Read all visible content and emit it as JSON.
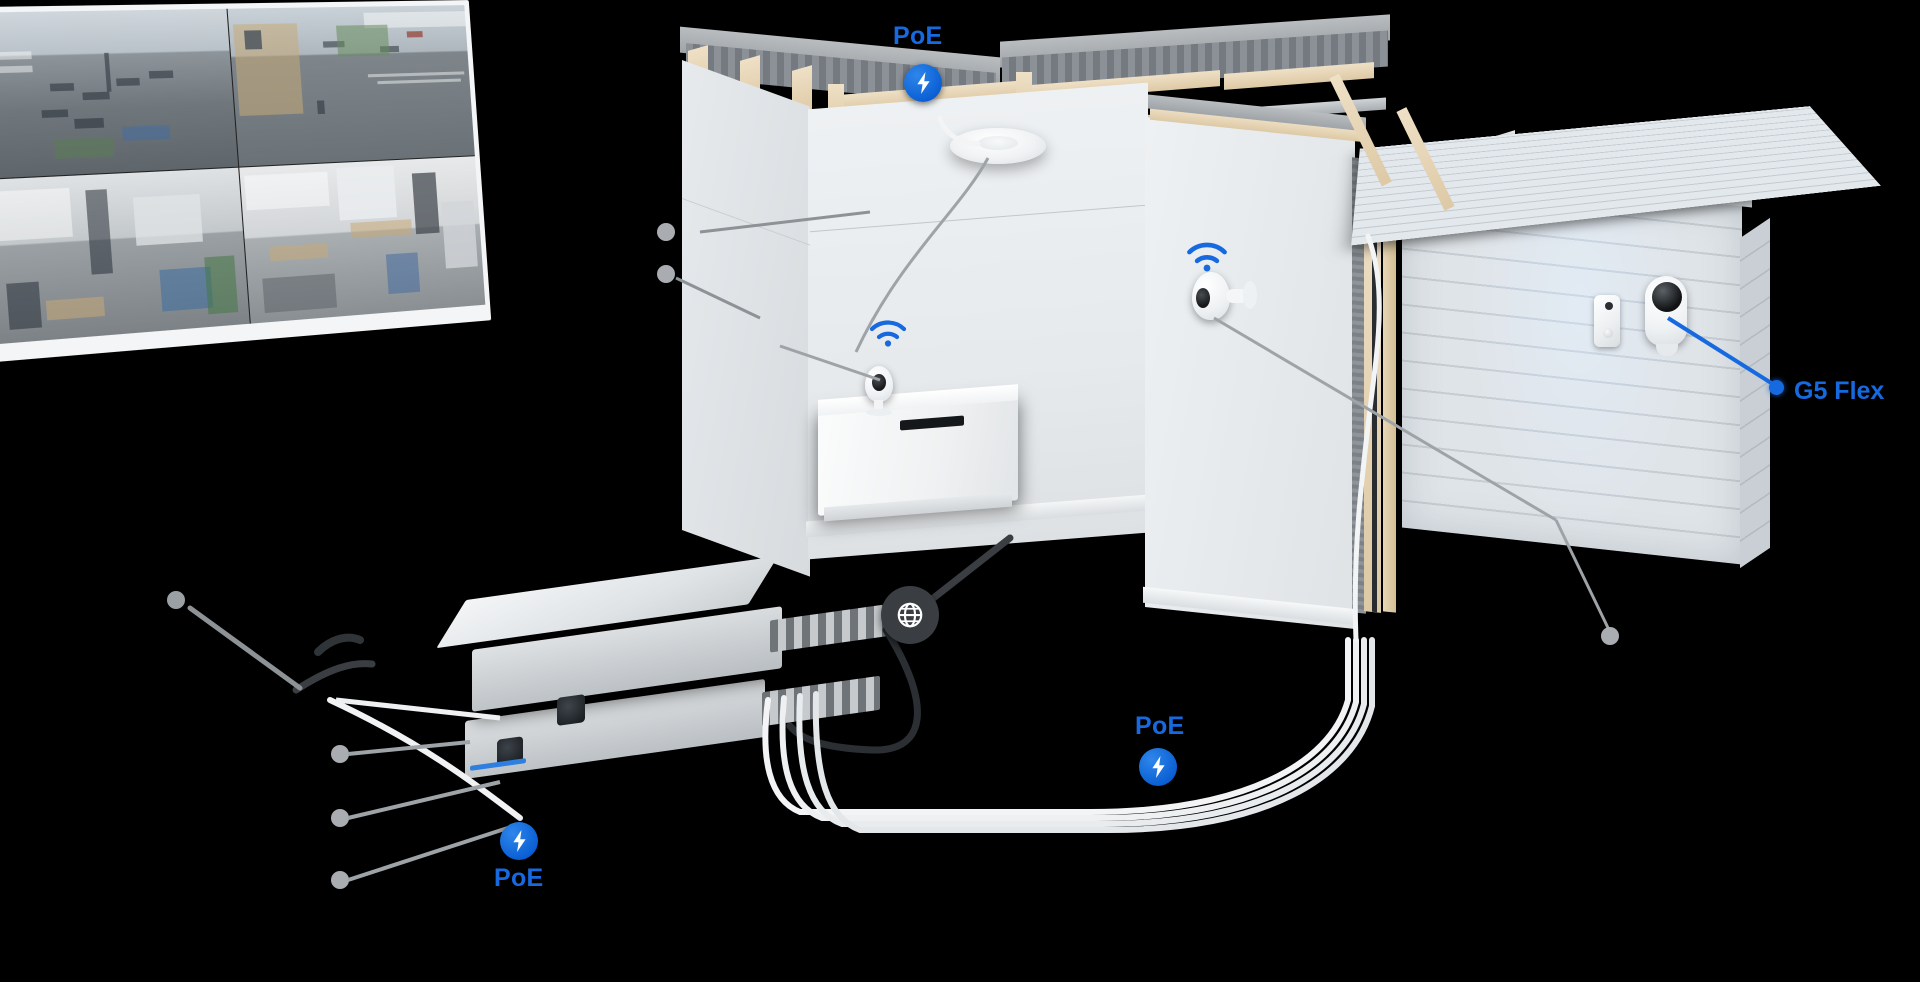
{
  "scene": {
    "title": "UniFi Protect camera deployment cutaway diagram",
    "background_color": "#000000",
    "accent_color": "#1769e0",
    "badge_color": "#0a5fd4"
  },
  "labels": {
    "poe_ceiling": "PoE",
    "poe_outdoor": "PoE",
    "poe_switch": "PoE",
    "camera_callout": "G5 Flex"
  },
  "icons": {
    "poe_badge": "lightning-bolt-icon",
    "internet_badge": "globe-icon",
    "wifi_indoor": "wifi-icon",
    "wifi_wall": "wifi-icon"
  },
  "devices": [
    {
      "name": "display-monitor",
      "type": "monitor",
      "label": ""
    },
    {
      "name": "ceiling-access-point",
      "type": "access-point",
      "label": ""
    },
    {
      "name": "indoor-camera-shelf",
      "type": "camera",
      "label": ""
    },
    {
      "name": "indoor-camera-wall",
      "type": "camera",
      "label": ""
    },
    {
      "name": "outdoor-camera",
      "type": "camera",
      "label": "G5 Flex"
    },
    {
      "name": "doorbell",
      "type": "doorbell",
      "label": ""
    },
    {
      "name": "network-switch-top",
      "type": "switch",
      "label": ""
    },
    {
      "name": "network-switch-bottom",
      "type": "switch",
      "label": ""
    },
    {
      "name": "storage-cabinet",
      "type": "furniture",
      "label": ""
    }
  ],
  "monitor": {
    "name": "camera-feed-wall",
    "feeds": [
      {
        "id": "feed-1",
        "scene": "parking-lot"
      },
      {
        "id": "feed-2",
        "scene": "street-intersection"
      },
      {
        "id": "feed-3",
        "scene": "office-lobby"
      },
      {
        "id": "feed-4",
        "scene": "open-office"
      }
    ]
  },
  "callout_markers": [
    {
      "name": "marker-ceiling-upper",
      "color": "#a9adb1"
    },
    {
      "name": "marker-ceiling-lower",
      "color": "#a9adb1"
    },
    {
      "name": "marker-cable-left-1",
      "color": "#a9adb1"
    },
    {
      "name": "marker-cable-left-2",
      "color": "#a9adb1"
    },
    {
      "name": "marker-cable-left-3",
      "color": "#a9adb1"
    },
    {
      "name": "marker-brick-wall",
      "color": "#a9adb1"
    },
    {
      "name": "marker-g5-flex",
      "color": "#1769e0"
    }
  ]
}
